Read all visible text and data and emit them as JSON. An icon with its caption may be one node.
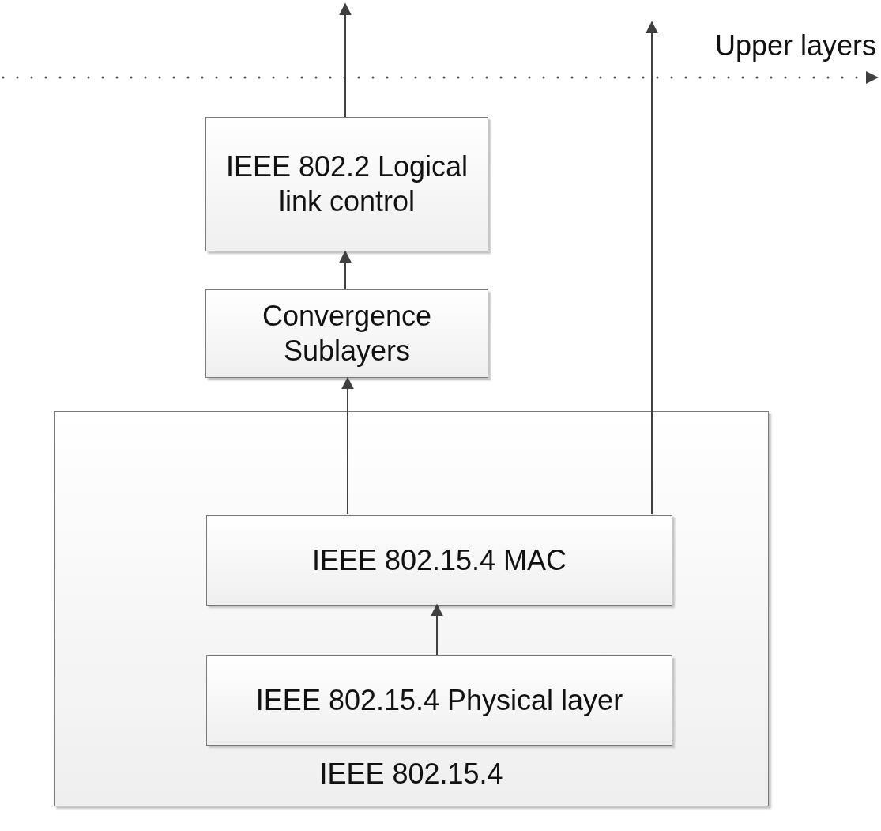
{
  "diagram": {
    "nodes": [
      {
        "text": [
          "IEEE 802.15.4"
        ]
      },
      {
        "text": [
          "IEEE 802.2 Logical link control"
        ]
      },
      {
        "text": [
          "Convergence Sublayers"
        ]
      },
      {
        "text": [
          "IEEE 802.15.4 MAC"
        ],
        "in": 0
      },
      {
        "text": [
          "IEEE 802.15.4 Physical layer"
        ],
        "in": 0
      }
    ],
    "edges": [
      {
        "from": 1,
        "to": null,
        "arrow": "to"
      },
      {
        "from": 2,
        "to": 1,
        "arrow": "to"
      },
      {
        "from": 3,
        "to": 2,
        "arrow": "to"
      },
      {
        "from": 4,
        "to": 3,
        "arrow": "to"
      },
      {
        "from": 3,
        "to": null,
        "arrow": "to"
      }
    ],
    "labels": [
      "Upper layers"
    ]
  }
}
